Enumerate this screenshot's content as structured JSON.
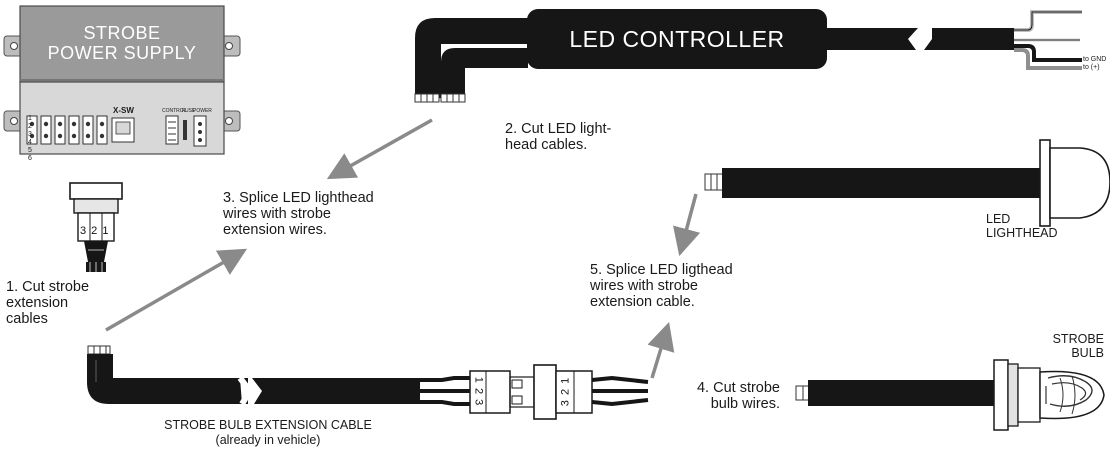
{
  "power_supply": {
    "title": "STROBE\nPOWER SUPPLY",
    "slot_numbers": [
      "1",
      "2",
      "3",
      "4",
      "5",
      "6"
    ],
    "model": "X-SW",
    "control_label": "CONTROL",
    "fuse_label": "FUSE",
    "power_label": "POWER"
  },
  "controller": {
    "title": "LED CONTROLLER",
    "wire_gnd": "to GND",
    "wire_pos": "to (+)"
  },
  "connectors": {
    "plug_top_pins": "3 2 1",
    "inline_left_pins": "1 2 3",
    "inline_right_pins": "3 2 1"
  },
  "labels": {
    "led_lighthead": "LED\nLIGHTHEAD",
    "strobe_bulb": "STROBE\nBULB",
    "extension_cable": "STROBE BULB EXTENSION CABLE",
    "extension_cable_note": "(already in vehicle)"
  },
  "steps": {
    "step1": "1. Cut strobe\n    extension\n    cables",
    "step2": "2. Cut LED light-\n    head cables.",
    "step3": "3. Splice LED lighthead\n    wires with strobe\n    extension wires.",
    "step4": "4. Cut strobe\n    bulb wires.",
    "step5": "5. Splice LED ligthead\n    wires with strobe\n    extension cable."
  },
  "colors": {
    "cable": "#161616",
    "housing": "#9a9a9a",
    "housing_dark": "#6e6e6e",
    "arrow": "#8a8a8a"
  }
}
